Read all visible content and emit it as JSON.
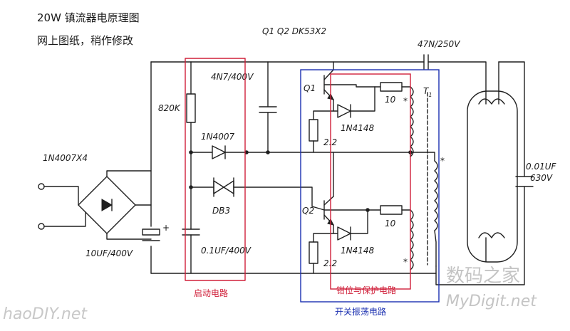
{
  "title_line1": "20W 镇流器电原理图",
  "title_line2": "网上图纸，稍作修改",
  "transistor_spec": "Q1 Q2  DK53X2",
  "cap_top": "47N/250V",
  "cap_4n7": "4N7/400V",
  "r_820k": "820K",
  "d_1n4007_top": "1N4007",
  "bridge": "1N4007X4",
  "db3": "DB3",
  "cap_10uf": "10UF/400V",
  "cap_01uf": "0.1UF/400V",
  "q1": "Q1",
  "q2": "Q2",
  "r10_top": "10",
  "r10_bot": "10",
  "d_1n4148_top": "1N4148",
  "d_1n4148_bot": "1N4148",
  "r22_top": "2.2",
  "r22_bot": "2.2",
  "t1": "T",
  "t1_sub": "1",
  "cap_right_1": "0.01UF",
  "cap_right_2": "630V",
  "section_start": "启动电路",
  "section_clamp": "钳位与保护电路",
  "section_osc": "开关振荡电路",
  "wm_left": "haoDIY.net",
  "wm_right_cn": "数码之家",
  "wm_right_en": "MyDigit.net",
  "colors": {
    "red_box": "#d0203a",
    "blue_box": "#1a2fb0",
    "ink": "#1f1f1f"
  }
}
